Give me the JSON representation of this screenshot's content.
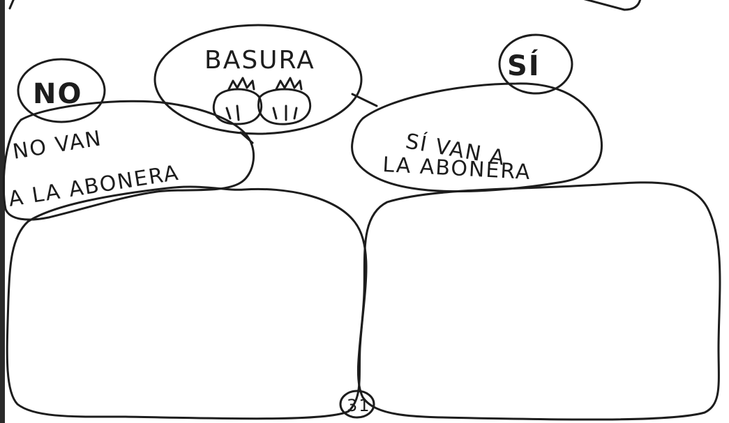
{
  "center": {
    "label": "BASURA"
  },
  "left": {
    "badge": "NO",
    "heading_line1": "NO VAN",
    "heading_line2": "A LA ABONERA",
    "items": []
  },
  "right": {
    "badge": "SÍ",
    "heading_line1": "SÍ VAN A",
    "heading_line2": "LA ABONERA",
    "items": []
  },
  "page_number": "31",
  "colors": {
    "ink": "#1d1d1d",
    "paper": "#ffffff"
  },
  "icons": {
    "center": "garbage-bags-icon"
  }
}
